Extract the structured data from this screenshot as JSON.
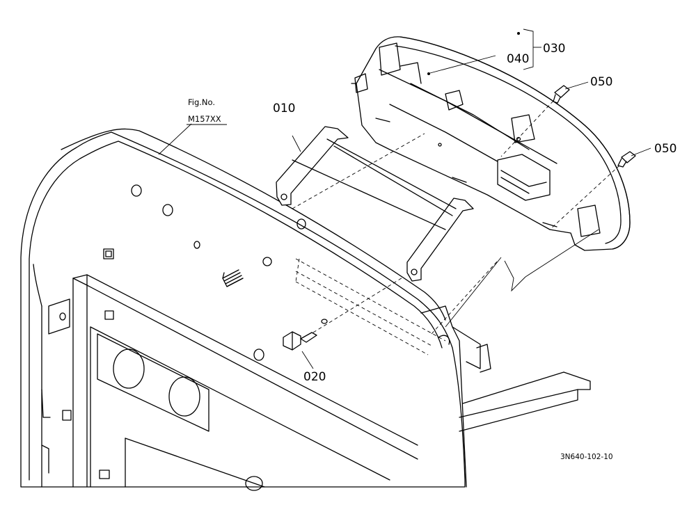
{
  "figure": {
    "fig_label": "Fig.No.",
    "fig_number": "M157XX",
    "drawing_code": "3N640-102-10"
  },
  "callouts": [
    {
      "id": "p030",
      "text": "030"
    },
    {
      "id": "p040",
      "text": "040"
    },
    {
      "id": "p050a",
      "text": "050"
    },
    {
      "id": "p050b",
      "text": "050"
    },
    {
      "id": "p010",
      "text": "010"
    },
    {
      "id": "p020",
      "text": "020"
    }
  ]
}
